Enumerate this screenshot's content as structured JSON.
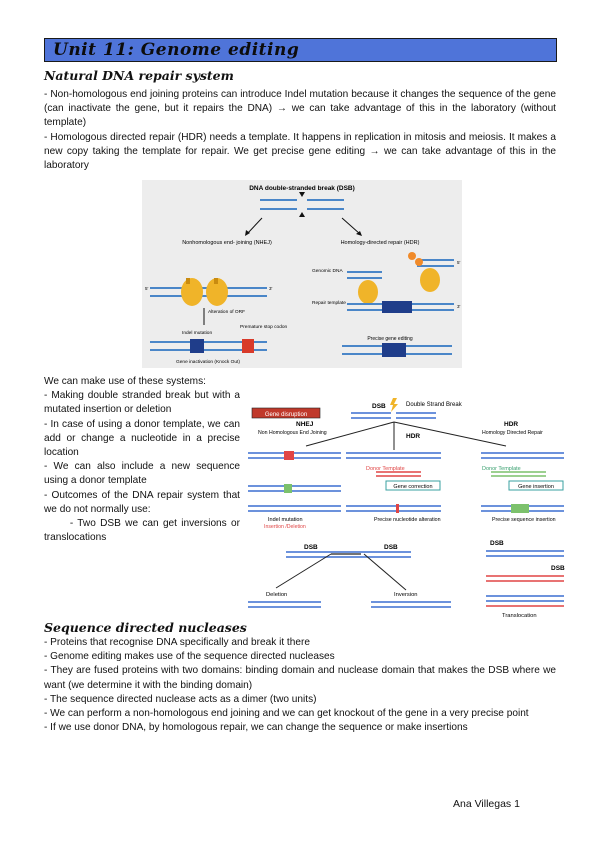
{
  "title": "Unit 11: Genome editing",
  "section1": {
    "heading": "Natural DNA repair system",
    "paragraphs": [
      "- Non-homologous end joining proteins can introduce Indel mutation because it changes the sequence of the gene (can inactivate the gene, but it repairs the DNA) → we can take advantage of this in the laboratory (without template)",
      "- Homologous directed repair (HDR) needs a template. It happens in replication in mitosis and meiosis. It makes a new copy taking the template for repair. We get precise gene editing → we can take advantage of this in the laboratory"
    ]
  },
  "figure1": {
    "title": "DNA double-stranded break (DSB)",
    "nhej_label": "Nonhomologous end- joining (NHEJ)",
    "hdr_label": "Homology-directed repair (HDR)",
    "genomic_dna": "Genomic DNA",
    "repair_template": "Repair template",
    "alteration": "Alteration of ORF",
    "premature_stop": "Premature stop codon",
    "indel_mutation": "Indel mutation",
    "gene_inactivation": "Gene inactivation (Knock Out)",
    "precise_editing": "Precise gene editing",
    "five_prime": "5'",
    "three_prime": "3'",
    "colors": {
      "dna": "#4a86c8",
      "dark": "#1f3d8a",
      "protein": "#f0b429",
      "stop": "#d83a2a"
    }
  },
  "left_column": {
    "paragraphs": [
      "We can make use of these systems:",
      "- Making double stranded break but with a mutated insertion or deletion",
      "- In case of using a donor template, we can add or change a nucleotide in a precise location",
      "- We can also include a new sequence using a donor template",
      "- Outcomes of the DNA repair system that we do not normally use:",
      "      - Two DSB we can get inversions or translocations"
    ]
  },
  "figure2": {
    "dsb": "DSB",
    "double_strand_break": "Double Strand Break",
    "gene_disruption": "Gene disruption",
    "nhej": "NHEJ",
    "nhej_full": "Non Homologous End Joining",
    "hdr": "HDR",
    "hdr_full": "Homology Directed Repair",
    "donor_template": "Donor Template",
    "gene_correction": "Gene correction",
    "gene_insertion": "Gene insertion",
    "indel_mutation": "Indel mutation",
    "insertion_deletion": "Insertion /Deletion",
    "precise_nucleotide": "Precise nucleotide alteration",
    "precise_sequence": "Precise sequence insertion",
    "deletion": "Deletion",
    "inversion": "Inversion",
    "translocation": "Translocation",
    "colors": {
      "blue": "#3b6fd0",
      "red": "#e04545",
      "green": "#7cc16c",
      "banner": "#c0392b"
    }
  },
  "section2": {
    "heading": "Sequence directed nucleases",
    "paragraphs": [
      "- Proteins that recognise DNA specifically and break it there",
      "- Genome editing makes use of the sequence directed nucleases",
      "- They are fused proteins with two domains: binding domain and nuclease domain that makes the DSB where we want (we determine it with the binding domain)",
      "- The sequence directed nuclease acts as a dimer (two units)",
      "- We can perform a non-homologous end joining and we can get knockout of the gene in a very precise point",
      "- If we use donor DNA, by homologous repair, we can change the sequence or make insertions"
    ]
  },
  "footer": "Ana Villegas 1"
}
